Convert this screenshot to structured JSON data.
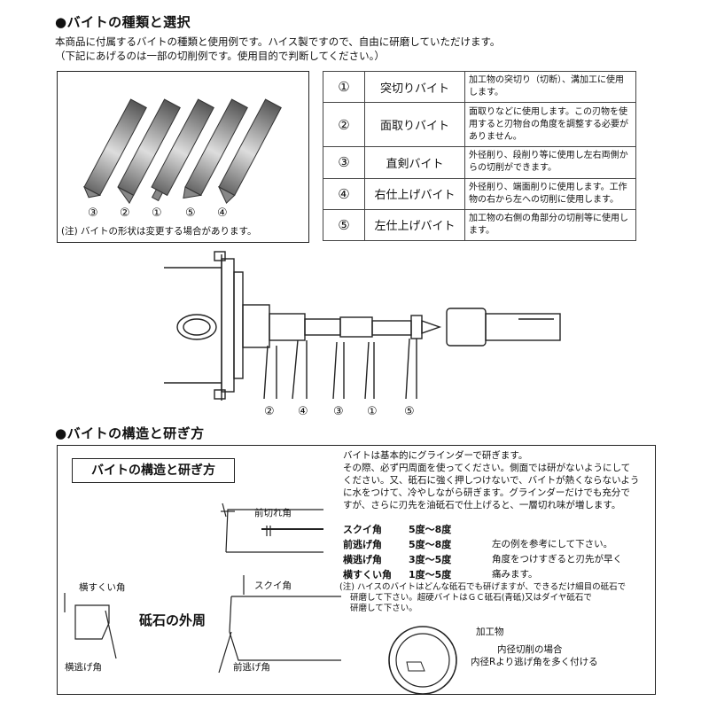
{
  "section1": {
    "title": "●バイトの種類と選択",
    "intro1": "本商品に付属するバイトの種類と使用例です。ハイス製ですので、自由に研磨していただけます。",
    "intro2": "（下記にあげるのは一部の切削例です。使用目的で判断してください。）",
    "photo_order": [
      "③",
      "②",
      "①",
      "⑤",
      "④"
    ],
    "note": "(注) バイトの形状は変更する場合があります。"
  },
  "tools": [
    {
      "num": "①",
      "name": "突切りバイト",
      "desc": "加工物の突切り（切断）、溝加工に使用します。"
    },
    {
      "num": "②",
      "name": "面取りバイト",
      "desc": "面取りなどに使用します。この刃物を使用すると刃物台の角度を調整する必要がありません。"
    },
    {
      "num": "③",
      "name": "直剣バイト",
      "desc": "外径削り、段削り等に使用し左右両側からの切削ができます。"
    },
    {
      "num": "④",
      "name": "右仕上げバイト",
      "desc": "外径削り、端面削りに使用します。工作物の右から左への切削に使用します。"
    },
    {
      "num": "⑤",
      "name": "左仕上げバイト",
      "desc": "加工物の右側の角部分の切削等に使用します。"
    }
  ],
  "lathe_labels": [
    "②",
    "④",
    "③",
    "①",
    "⑤"
  ],
  "section2": {
    "title": "●バイトの構造と研ぎ方",
    "box_title": "バイトの構造と研ぎ方",
    "text": [
      "バイトは基本的にグラインダーで研ぎます。",
      "その際、必ず円周面を使ってください。側面では研がないようにして",
      "ください。又、砥石に強く押しつけないで、バイトが熱くならないよう",
      "に水をつけて、冷やしながら研ぎます。グラインダーだけでも充分で",
      "すが、さらに刃先を油砥石で仕上げると、一層切れ味が増します。"
    ],
    "angles": [
      {
        "name": "スクイ角",
        "value": "5度〜8度",
        "note": ""
      },
      {
        "name": "前逃げ角",
        "value": "5度〜8度",
        "note": "左の例を参考にして下さい。"
      },
      {
        "name": "横逃げ角",
        "value": "3度〜5度",
        "note": "角度をつけすぎると刃先が早く"
      },
      {
        "name": "横すくい角",
        "value": "1度〜5度",
        "note": "痛みます。"
      }
    ],
    "caution": [
      "(注) ハイスのバイトはどんな砥石でも研げますが、できるだけ細目の砥石で",
      "研磨して下さい。超硬バイトはＧＣ砥石(青砥)又はダイヤ砥石で",
      "研磨して下さい。"
    ],
    "diagram_labels": {
      "front_cut": "前切れ角",
      "side_rake": "横すくい角",
      "rake": "スクイ角",
      "wheel": "砥石の外周",
      "side_relief": "横逃げ角",
      "front_relief": "前逃げ角",
      "workpiece": "加工物",
      "inner1": "内径切削の場合",
      "inner2": "内径Rより逃げ角を多く付ける"
    }
  }
}
